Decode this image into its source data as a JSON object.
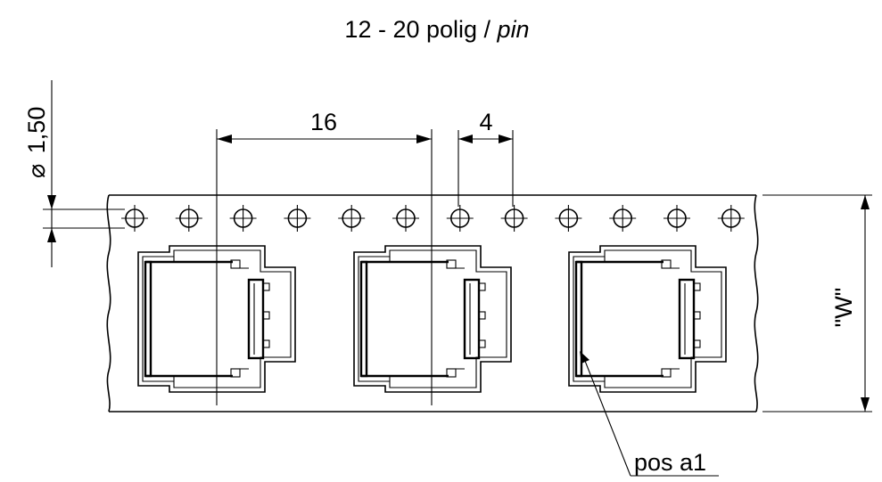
{
  "title": {
    "main": "12 - 20 polig /",
    "italic": "pin"
  },
  "dimensions": {
    "hole_diameter": "1,50",
    "pocket_pitch": "16",
    "hole_pitch": "4",
    "tape_width": "\"W\""
  },
  "symbols": {
    "diameter": "⌀"
  },
  "callouts": {
    "position": "pos a1"
  },
  "tape": {
    "sprocket_hole_count": 12,
    "pocket_count": 3
  }
}
